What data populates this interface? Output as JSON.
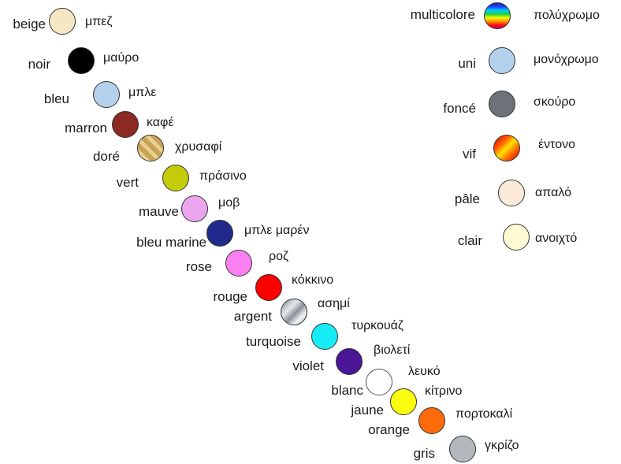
{
  "diagonal_colors": [
    {
      "fr": "beige",
      "gr": "μπεζ",
      "color": "#f5e6c4"
    },
    {
      "fr": "noir",
      "gr": "μαύρο",
      "color": "#000000"
    },
    {
      "fr": "bleu",
      "gr": "μπλε",
      "color": "#b3d1ec"
    },
    {
      "fr": "marron",
      "gr": "καφέ",
      "color": "#8b2a22"
    },
    {
      "fr": "doré",
      "gr": "χρυσαφί",
      "color": "#d2b36a",
      "pattern": "gold"
    },
    {
      "fr": "vert",
      "gr": "πράσινο",
      "color": "#c4cc0a"
    },
    {
      "fr": "mauve",
      "gr": "μοβ",
      "color": "#eba5ef"
    },
    {
      "fr": "bleu marine",
      "gr": "μπλε μαρέν",
      "color": "#1f2a8a"
    },
    {
      "fr": "rose",
      "gr": "ροζ",
      "color": "#fa80f2"
    },
    {
      "fr": "rouge",
      "gr": "κόκκινο",
      "color": "#ff0000"
    },
    {
      "fr": "argent",
      "gr": "ασημί",
      "color": "#b8bcc4",
      "pattern": "silver"
    },
    {
      "fr": "turquoise",
      "gr": "τυρκουάζ",
      "color": "#16ecf5"
    },
    {
      "fr": "violet",
      "gr": "βιολετί",
      "color": "#4a1596"
    },
    {
      "fr": "blanc",
      "gr": "λευκό",
      "color": "#ffffff"
    },
    {
      "fr": "jaune",
      "gr": "κίτρινο",
      "color": "#fbff0e"
    },
    {
      "fr": "orange",
      "gr": "πορτοκαλί",
      "color": "#ff6a0a"
    },
    {
      "fr": "gris",
      "gr": "γκρίζο",
      "color": "#b3b8bd"
    }
  ],
  "qualities": [
    {
      "fr": "multicolore",
      "gr": "πολύχρωμο",
      "color": "#ff0000",
      "pattern": "rainbow"
    },
    {
      "fr": "uni",
      "gr": "μονόχρωμο",
      "color": "#b3d1ec"
    },
    {
      "fr": "foncé",
      "gr": "σκούρο",
      "color": "#6e7177"
    },
    {
      "fr": "vif",
      "gr": "έντονο",
      "color": "#ff7a00",
      "pattern": "vivid"
    },
    {
      "fr": "pâle",
      "gr": "απαλό",
      "color": "#fdebd9"
    },
    {
      "fr": "clair",
      "gr": "ανοιχτό",
      "color": "#fdfbd3"
    }
  ]
}
